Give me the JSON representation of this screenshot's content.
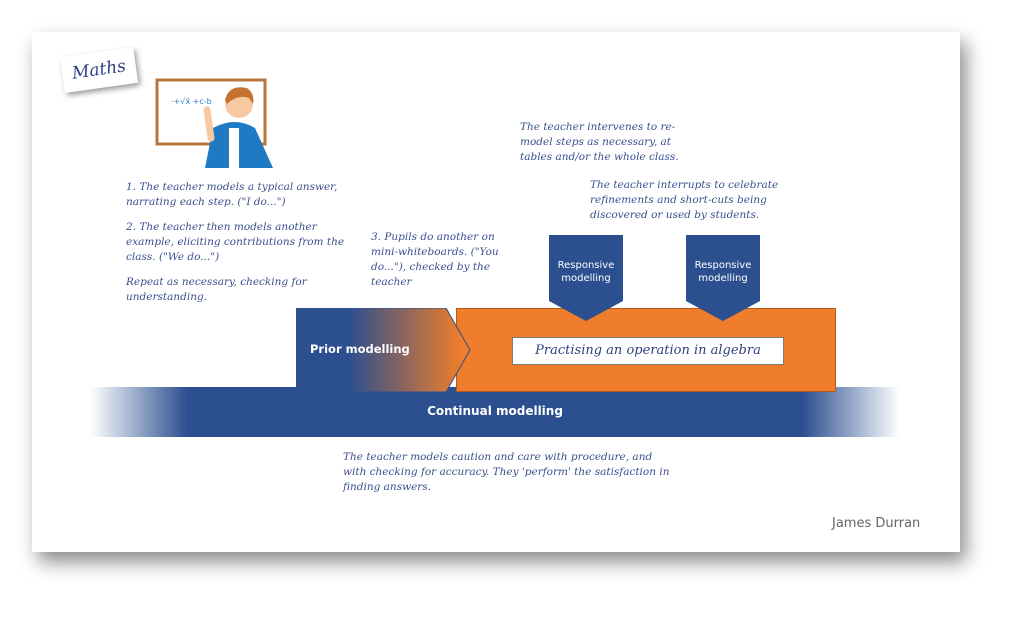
{
  "label": "Maths",
  "texts": {
    "step1": "1. The teacher models a typical answer, narrating each step. (\"I do...\")",
    "step2": "2. The teacher then models another example, eliciting contributions from the class. (\"We do...\")",
    "repeat": "Repeat as necessary, checking for understanding.",
    "step3": "3. Pupils do another on mini-whiteboards. (\"You do...\"), checked by the teacher",
    "intervene": "The teacher intervenes to re-model steps as necessary, at tables and/or the whole class.",
    "interrupt": "The teacher interrupts to celebrate refinements and short-cuts being discovered or used by students.",
    "caution": "The teacher models caution and care with procedure, and with checking for accuracy. They 'perform' the satisfaction in finding answers."
  },
  "boxes": {
    "prior": "Prior modelling",
    "practising": "Practising an operation in algebra",
    "responsive1": "Responsive modelling",
    "responsive2": "Responsive modelling",
    "continual": "Continual modelling"
  },
  "colors": {
    "blue": "#2b4f8f",
    "orange": "#ef7d2b"
  },
  "author": "James Durran"
}
